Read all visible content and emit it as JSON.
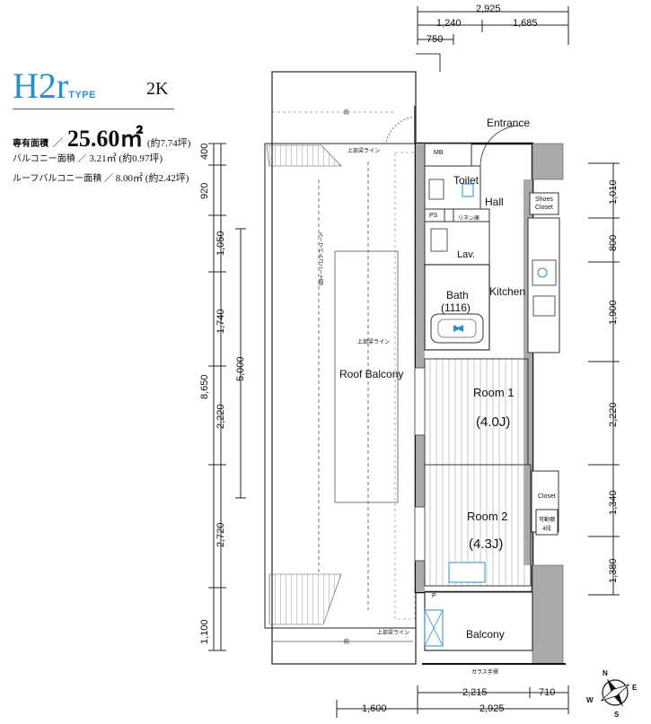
{
  "header": {
    "type_name": "H2r",
    "type_suffix": "TYPE",
    "layout": "2K"
  },
  "areas": {
    "private": {
      "label": "専有面積",
      "value": "25.60㎡",
      "tsubo": "(約7.74坪)"
    },
    "balcony": {
      "label": "バルコニー面積",
      "value": "3.21㎡",
      "tsubo": "(約0.97坪)"
    },
    "roof_balcony": {
      "label": "ルーフバルコニー面積",
      "value": "8.00㎡",
      "tsubo": "(約2.42坪)"
    }
  },
  "dimensions": {
    "top": {
      "total": "2,925",
      "a": "1,240",
      "b": "1,685",
      "c": "750"
    },
    "bottom": {
      "a": "2,215",
      "b": "710",
      "c": "1,600",
      "d": "2,925"
    },
    "left": {
      "total": "8,650",
      "d1": "400",
      "d2": "920",
      "d3": "1,050",
      "d4": "1,740",
      "d5": "2,220",
      "d6": "2,720",
      "d7": "1,100",
      "mid": "5,000"
    },
    "right": {
      "r1": "1,010",
      "r2": "800",
      "r3": "1,900",
      "r4": "2,220",
      "r5": "1,340",
      "r6": "1,380"
    }
  },
  "rooms": {
    "mb": "MB",
    "entrance": "Entrance",
    "toilet": "Toilet",
    "hall": "Hall",
    "shoes_closet_1": "Shoes",
    "shoes_closet_2": "Closet",
    "ps": "PS",
    "linen": "リネン庫",
    "lav": "Lav.",
    "bath_1": "Bath",
    "bath_2": "(1116)",
    "kitchen": "Kitchen",
    "room1": "Room 1",
    "room1_size": "(4.0J)",
    "room2": "Room 2",
    "room2_size": "(4.3J)",
    "closet": "Closet",
    "shelf_1": "可動棚",
    "shelf_2": "4段",
    "roof_balcony": "Roof Balcony",
    "balcony": "Balcony",
    "p": "P"
  },
  "annotations": {
    "upper_floor_line": "上部梁ライン",
    "eaves": "庇",
    "glass_rail": "ガラス手摺",
    "vertical_note": "ルーフバルコニー上部"
  },
  "compass": {
    "n": "N",
    "e": "E",
    "s": "S",
    "w": "W"
  }
}
